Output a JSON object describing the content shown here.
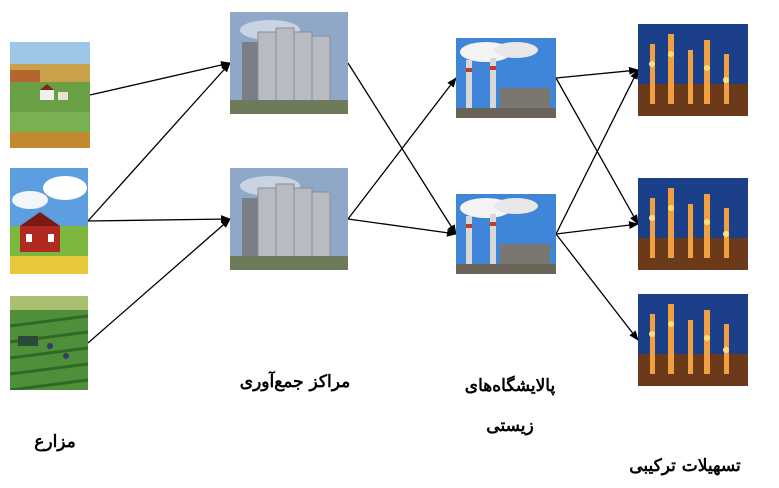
{
  "labels": {
    "farms": "مزارع",
    "collection_centers": "مراکز جمع‌آوری",
    "biorefineries_line1": "پالایشگاه‌های",
    "biorefineries_line2": "زیستی",
    "combined_facilities": "تسهیلات ترکیبی"
  },
  "images": {
    "farms": [
      "farm-landscape-image",
      "red-barn-farm-image",
      "crop-field-workers-image"
    ],
    "collection_centers": [
      "grain-silo-image",
      "grain-silo-image"
    ],
    "biorefineries": [
      "refinery-smokestacks-image",
      "refinery-smokestacks-image"
    ],
    "combined_facilities": [
      "night-industrial-plant-image",
      "night-industrial-plant-image",
      "night-industrial-plant-image"
    ]
  },
  "edges": [
    [
      "farm-1",
      "silo-1"
    ],
    [
      "farm-2",
      "silo-1"
    ],
    [
      "farm-2",
      "silo-2"
    ],
    [
      "farm-3",
      "silo-2"
    ],
    [
      "silo-1",
      "refinery-2"
    ],
    [
      "silo-2",
      "refinery-1"
    ],
    [
      "silo-2",
      "refinery-2"
    ],
    [
      "refinery-1",
      "plant-1"
    ],
    [
      "refinery-2",
      "plant-1"
    ],
    [
      "refinery-1",
      "plant-2"
    ],
    [
      "refinery-2",
      "plant-2"
    ],
    [
      "refinery-2",
      "plant-3"
    ]
  ]
}
